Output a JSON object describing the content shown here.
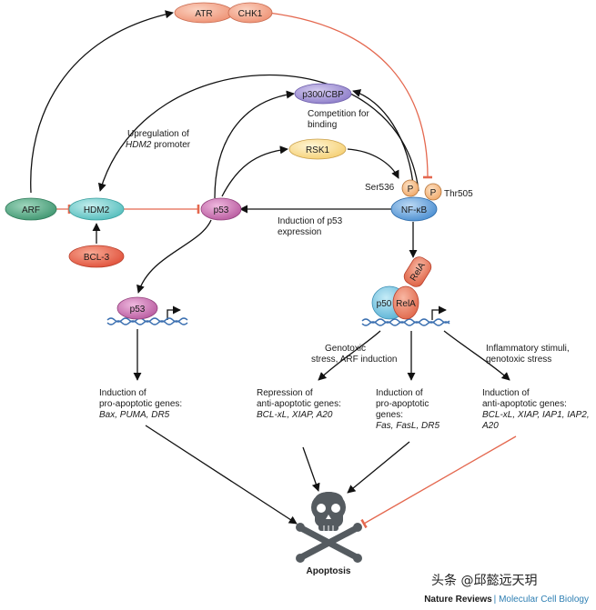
{
  "nodes": {
    "atr": "ATR",
    "chk1": "CHK1",
    "p300": "p300/CBP",
    "rsk1": "RSK1",
    "arf": "ARF",
    "hdm2": "HDM2",
    "bcl3": "BCL-3",
    "p53_mid": "p53",
    "p53_low": "p53",
    "nfkb": "NF-κB",
    "p_ser": "P",
    "p_thr": "P",
    "rela_top": "RelA",
    "p50": "p50",
    "rela_low": "RelA",
    "apoptosis": "Apoptosis"
  },
  "labels": {
    "ser536": "Ser536",
    "thr505": "Thr505",
    "upreg_1": "Upregulation of",
    "upreg_2_italic": "HDM2",
    "upreg_2_rest": " promoter",
    "competition_1": "Competition for",
    "competition_2": "binding",
    "induction_p53_1": "Induction of p53",
    "induction_p53_2": "expression",
    "genotoxic_1": "Genotoxic",
    "genotoxic_2": "stress, ARF induction",
    "inflammatory_1": "Inflammatory stimuli,",
    "inflammatory_2": "genotoxic stress"
  },
  "outcomes": {
    "left": {
      "line1": "Induction of",
      "line2": "pro-apoptotic genes:",
      "genes": "Bax, PUMA, DR5"
    },
    "mid_left": {
      "line1": "Repression of",
      "line2": "anti-apoptotic genes:",
      "genes": "BCL-xL, XIAP, A20"
    },
    "mid_right": {
      "line1": "Induction of",
      "line2": "pro-apoptotic",
      "line3": "genes:",
      "genes": "Fas, FasL, DR5"
    },
    "right": {
      "line1": "Induction of",
      "line2": "anti-apoptotic genes:",
      "genes_1": "BCL-xL, XIAP, IAP1, IAP2,",
      "genes_2": "A20"
    }
  },
  "footer": {
    "journal": "Nature Reviews",
    "subject": "Molecular Cell Biology"
  },
  "watermark": "头条 @邱懿远天玥",
  "colors": {
    "atr_fill": "#f2a58a",
    "arf_fill": "#5fb08e",
    "hdm2_fill": "#7fd0cf",
    "bcl3_fill": "#ef6b4e",
    "p53_fill": "#c775b3",
    "p300_fill": "#a89ad8",
    "rsk1_fill": "#fbe4a5",
    "nfkb_fill": "#6aa7df",
    "p_fill": "#f6c08a",
    "rela_fill": "#ef8b6f",
    "p50_fill": "#7cc6e0",
    "inhibit_line": "#e4684f",
    "dna": "#3a6fb0"
  }
}
